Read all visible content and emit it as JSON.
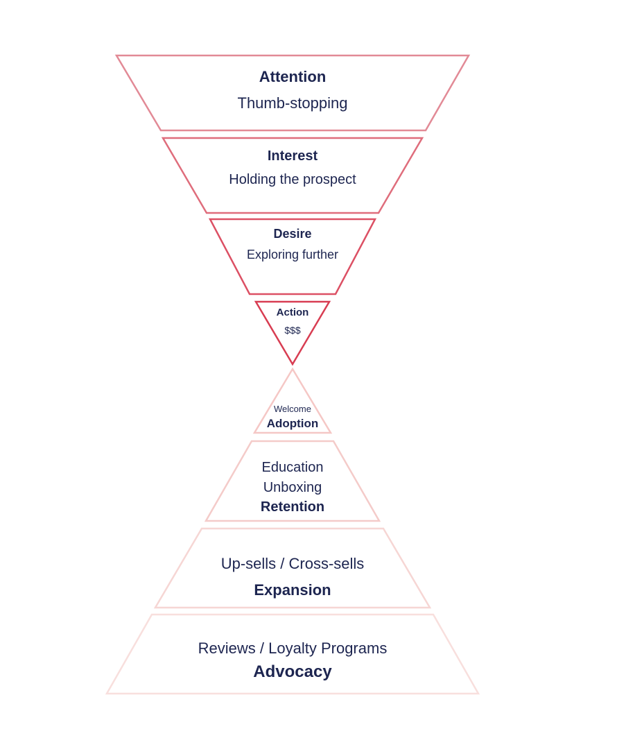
{
  "colors": {
    "text": "#1d2550",
    "funnel_stroke": [
      "#e28a96",
      "#df6d7c",
      "#dc5064",
      "#d83d52"
    ],
    "pyramid_stroke": [
      "#f5c7c5",
      "#f4cbc9",
      "#f6d6d4",
      "#f8dfdd"
    ]
  },
  "funnel": {
    "attention": {
      "title": "Attention",
      "subtitle": "Thumb-stopping"
    },
    "interest": {
      "title": "Interest",
      "subtitle": "Holding the prospect"
    },
    "desire": {
      "title": "Desire",
      "subtitle": "Exploring further"
    },
    "action": {
      "title": "Action",
      "subtitle": "$$$"
    }
  },
  "pyramid": {
    "adoption": {
      "lines": [
        "Welcome"
      ],
      "title": "Adoption"
    },
    "retention": {
      "lines": [
        "Education",
        "Unboxing"
      ],
      "title": "Retention"
    },
    "expansion": {
      "lines": [
        "Up-sells / Cross-sells"
      ],
      "title": "Expansion"
    },
    "advocacy": {
      "lines": [
        "Reviews / Loyalty Programs"
      ],
      "title": "Advocacy"
    }
  }
}
